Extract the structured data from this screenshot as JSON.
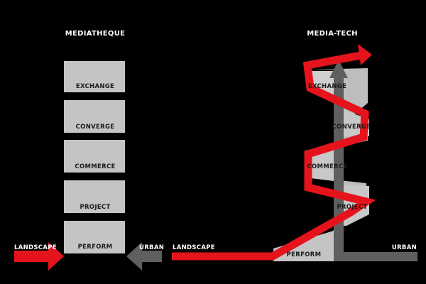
{
  "left_title": "MEDIATHEQUE",
  "right_title": "MEDIA-TECH",
  "left_stack": [
    "EXCHANGE",
    "CONVERGE",
    "COMMERCE",
    "PROJECT",
    "PERFORM"
  ],
  "right_stack": [
    "EXCHANGE",
    "CONVERGE",
    "COMMERCE",
    "PROJECT",
    "PERFORM"
  ],
  "left_inputs": {
    "landscape": "LANDSCAPE",
    "urban": "URBAN"
  },
  "right_inputs": {
    "landscape": "LANDSCAPE",
    "urban": "URBAN"
  },
  "colors": {
    "background": "#000000",
    "box_fill": "#c4c4c4",
    "landscape_red": "#e5141c",
    "urban_gray": "#5f5f5f"
  }
}
